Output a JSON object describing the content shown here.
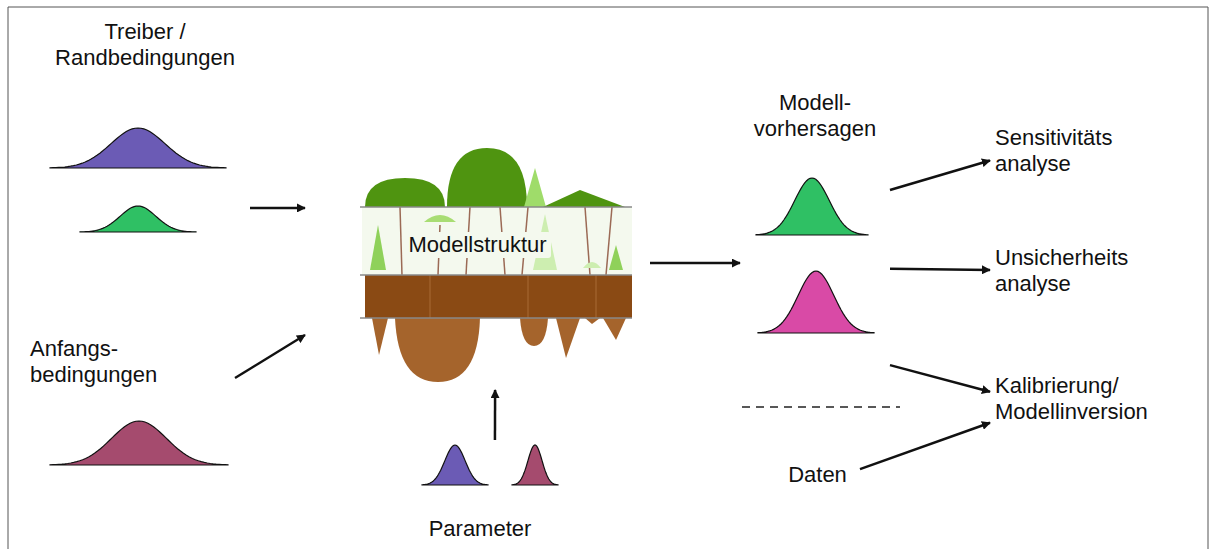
{
  "diagram": {
    "nodes": [
      {
        "text": [
          "Treiber / Randbedingungen"
        ]
      },
      {
        "text": [
          "Anfangs- bedingungen"
        ]
      },
      {
        "text": [
          "Modellstruktur"
        ]
      },
      {
        "text": [
          "Parameter"
        ]
      },
      {
        "text": [
          "Modell- vorhersagen"
        ]
      },
      {
        "text": [
          "Sensitivitäts analyse"
        ]
      },
      {
        "text": [
          "Unsicherheits analyse"
        ]
      },
      {
        "text": [
          "Kalibrierung/ Modellinversion"
        ]
      },
      {
        "text": [
          "Daten"
        ]
      }
    ],
    "edges": [
      {
        "from": 0,
        "to": 2,
        "arrow": "to"
      },
      {
        "from": 1,
        "to": 2,
        "arrow": "to"
      },
      {
        "from": 3,
        "to": 2,
        "arrow": "to"
      },
      {
        "from": 2,
        "to": 4,
        "arrow": "to"
      },
      {
        "from": 4,
        "to": 5,
        "arrow": "to"
      },
      {
        "from": 4,
        "to": 6,
        "arrow": "to"
      },
      {
        "from": 4,
        "to": 7,
        "arrow": "to"
      },
      {
        "from": 8,
        "to": 7,
        "arrow": "to"
      }
    ]
  }
}
